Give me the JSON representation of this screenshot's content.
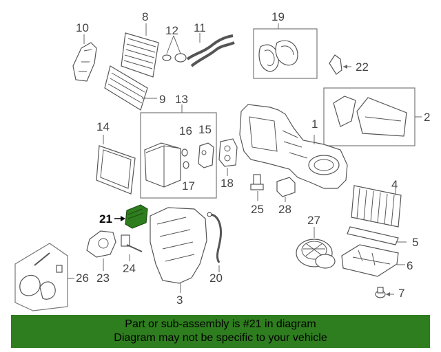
{
  "callouts": {
    "c1": "1",
    "c2": "2",
    "c3": "3",
    "c4": "4",
    "c5": "5",
    "c6": "6",
    "c7": "7",
    "c8": "8",
    "c9": "9",
    "c10": "10",
    "c11": "11",
    "c12": "12",
    "c13": "13",
    "c14": "14",
    "c15": "15",
    "c16": "16",
    "c17": "17",
    "c18": "18",
    "c19": "19",
    "c20": "20",
    "c21": "21",
    "c22": "22",
    "c23": "23",
    "c24": "24",
    "c25": "25",
    "c26": "26",
    "c27": "27",
    "c28": "28"
  },
  "highlight": {
    "part_number": "21",
    "color": "#2e7d1e"
  },
  "banner": {
    "line1": "Part or sub-assembly is #21 in diagram",
    "line2": "Diagram may not be specific to your vehicle",
    "background": "#2e7d1e"
  }
}
